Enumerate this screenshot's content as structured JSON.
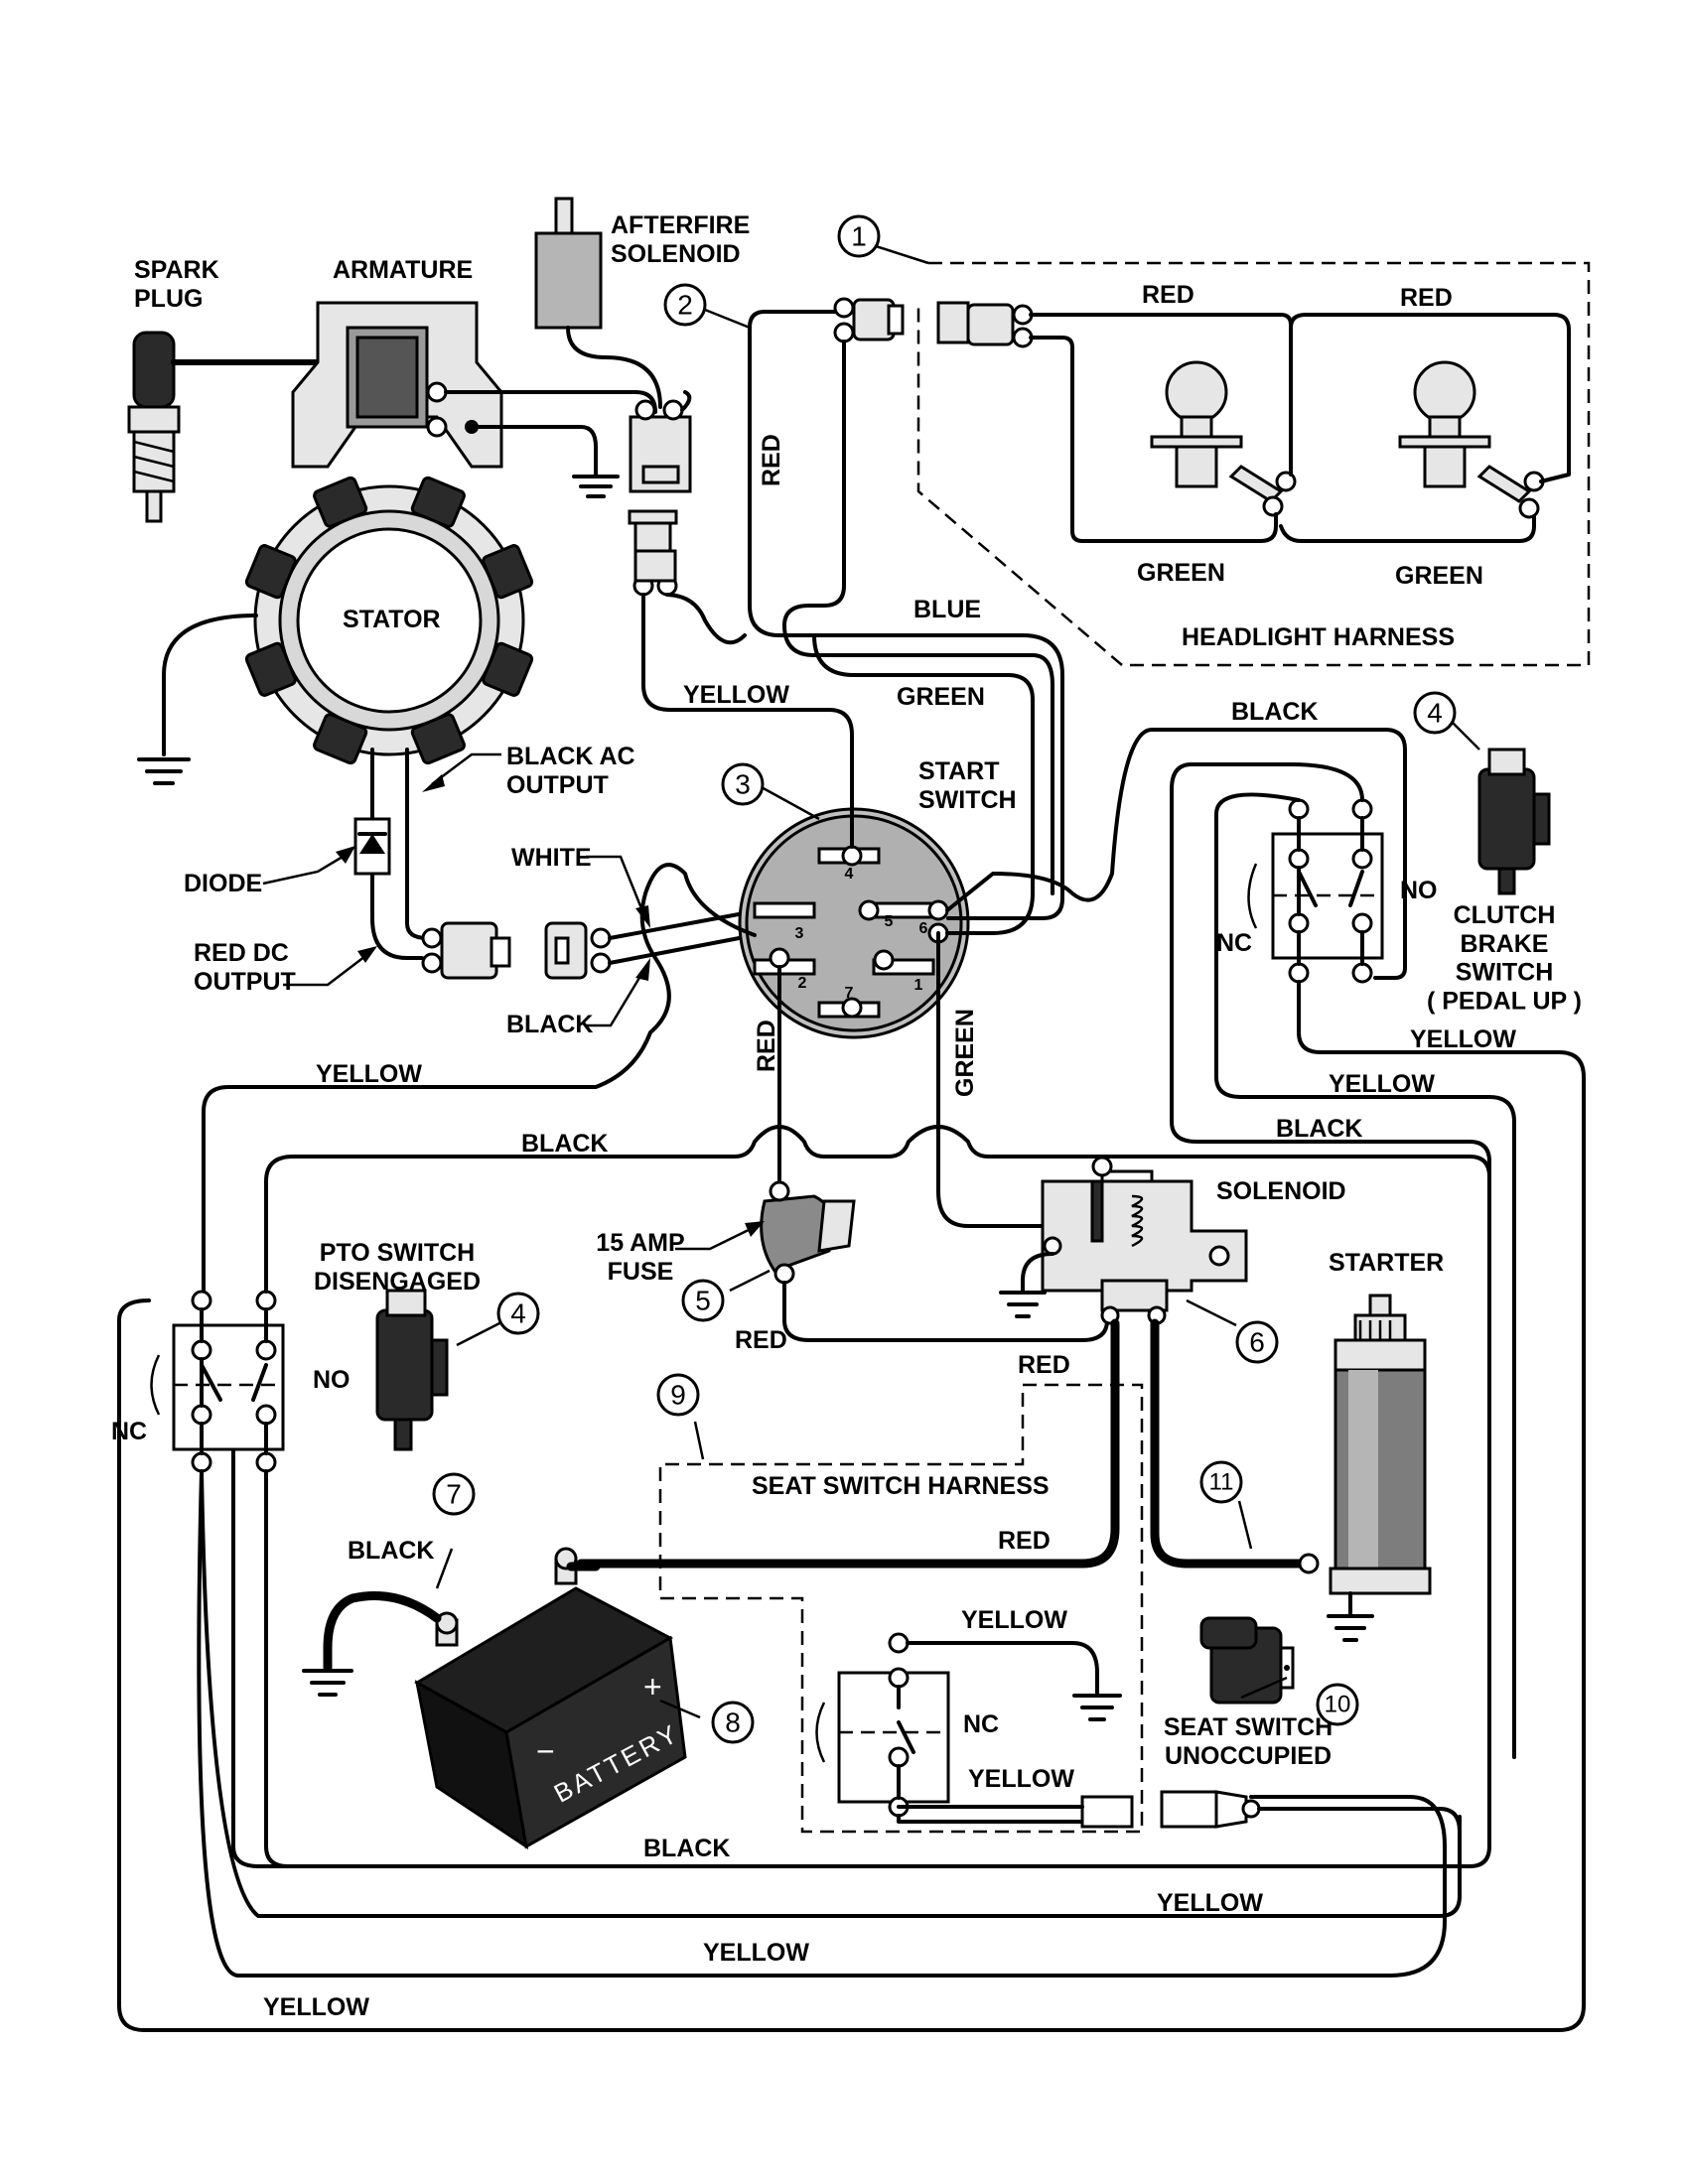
{
  "labels": {
    "spark_plug": "SPARK\nPLUG",
    "armature": "ARMATURE",
    "afterfire_solenoid": "AFTERFIRE\nSOLENOID",
    "stator": "STATOR",
    "black_ac_output": "BLACK AC\nOUTPUT",
    "diode": "DIODE",
    "red_dc_output": "RED DC\nOUTPUT",
    "white": "WHITE",
    "black_start": "BLACK",
    "start_switch": "START\nSWITCH",
    "headlight_harness": "HEADLIGHT HARNESS",
    "clutch_brake_switch": "CLUTCH\nBRAKE\nSWITCH\n( PEDAL UP )",
    "no_cb": "NO",
    "nc_cb": "NC",
    "pto_switch": "PTO SWITCH\nDISENGAGED",
    "no_pto": "NO",
    "nc_pto": "NC",
    "fuse": "15 AMP\nFUSE",
    "solenoid": "SOLENOID",
    "starter": "STARTER",
    "seat_switch_harness": "SEAT SWITCH HARNESS",
    "nc_seat": "NC",
    "seat_switch": "SEAT SWITCH\nUNOCCUPIED",
    "battery": "BATTERY"
  },
  "wire_labels": {
    "red_top_1": "RED",
    "red_top_2": "RED",
    "green_top_1": "GREEN",
    "green_top_2": "GREEN",
    "red_vertical": "RED",
    "blue": "BLUE",
    "yellow_top": "YELLOW",
    "green_mid": "GREEN",
    "black_top_right": "BLACK",
    "yellow_cb_1": "YELLOW",
    "yellow_cb_2": "YELLOW",
    "black_right": "BLACK",
    "yellow_left": "YELLOW",
    "black_mid": "BLACK",
    "red_fuse_vert": "RED",
    "green_sol_vert": "GREEN",
    "red_fuse_out": "RED",
    "red_sol": "RED",
    "red_batt": "RED",
    "black_batt": "BLACK",
    "yellow_seat_1": "YELLOW",
    "yellow_seat_2": "YELLOW",
    "black_bottom": "BLACK",
    "yellow_bottom_1": "YELLOW",
    "yellow_bottom_2": "YELLOW",
    "yellow_bottom_3": "YELLOW"
  },
  "callouts": [
    "1",
    "2",
    "3",
    "4",
    "4",
    "5",
    "6",
    "7",
    "8",
    "9",
    "10",
    "11"
  ],
  "start_switch_pins": [
    "4",
    "3",
    "5",
    "6",
    "2",
    "1",
    "7"
  ],
  "battery_signs": {
    "plus": "+",
    "minus": "−"
  }
}
